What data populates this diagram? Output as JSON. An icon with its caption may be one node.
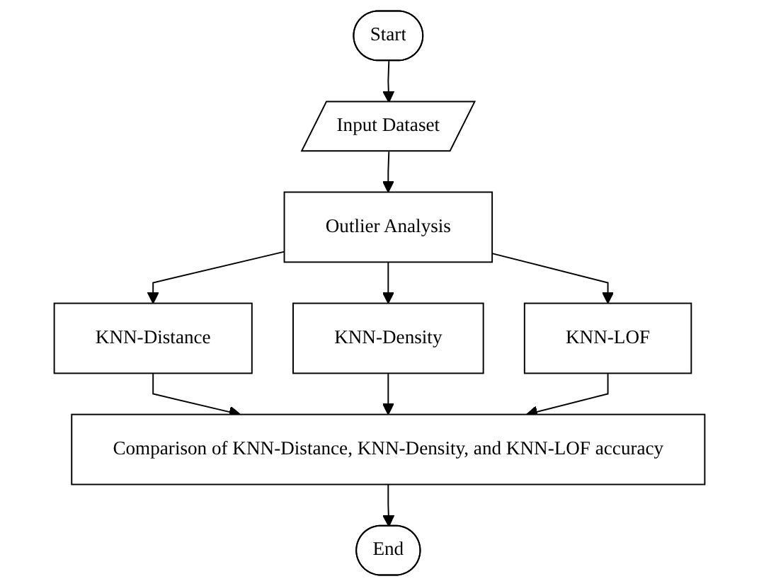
{
  "diagram": {
    "nodes": [
      {
        "text": [
          "Start"
        ]
      },
      {
        "text": [
          "Input Dataset"
        ]
      },
      {
        "text": [
          "Outlier Analysis"
        ]
      },
      {
        "text": [
          "KNN-Distance"
        ]
      },
      {
        "text": [
          "KNN-Density"
        ]
      },
      {
        "text": [
          "KNN-LOF"
        ]
      },
      {
        "text": [
          "Comparison of KNN-Distance, KNN-Density, and KNN-LOF accuracy"
        ]
      },
      {
        "text": [
          "End"
        ]
      }
    ],
    "edges": [
      {
        "from": 0,
        "to": 1,
        "arrow": "to"
      },
      {
        "from": 1,
        "to": 2,
        "arrow": "to"
      },
      {
        "from": 2,
        "to": 3,
        "arrow": "to"
      },
      {
        "from": 2,
        "to": 4,
        "arrow": "to"
      },
      {
        "from": 2,
        "to": 5,
        "arrow": "to"
      },
      {
        "from": 3,
        "to": 6,
        "arrow": "to"
      },
      {
        "from": 4,
        "to": 6,
        "arrow": "to"
      },
      {
        "from": 5,
        "to": 6,
        "arrow": "to"
      },
      {
        "from": 6,
        "to": 7,
        "arrow": "to"
      }
    ]
  }
}
